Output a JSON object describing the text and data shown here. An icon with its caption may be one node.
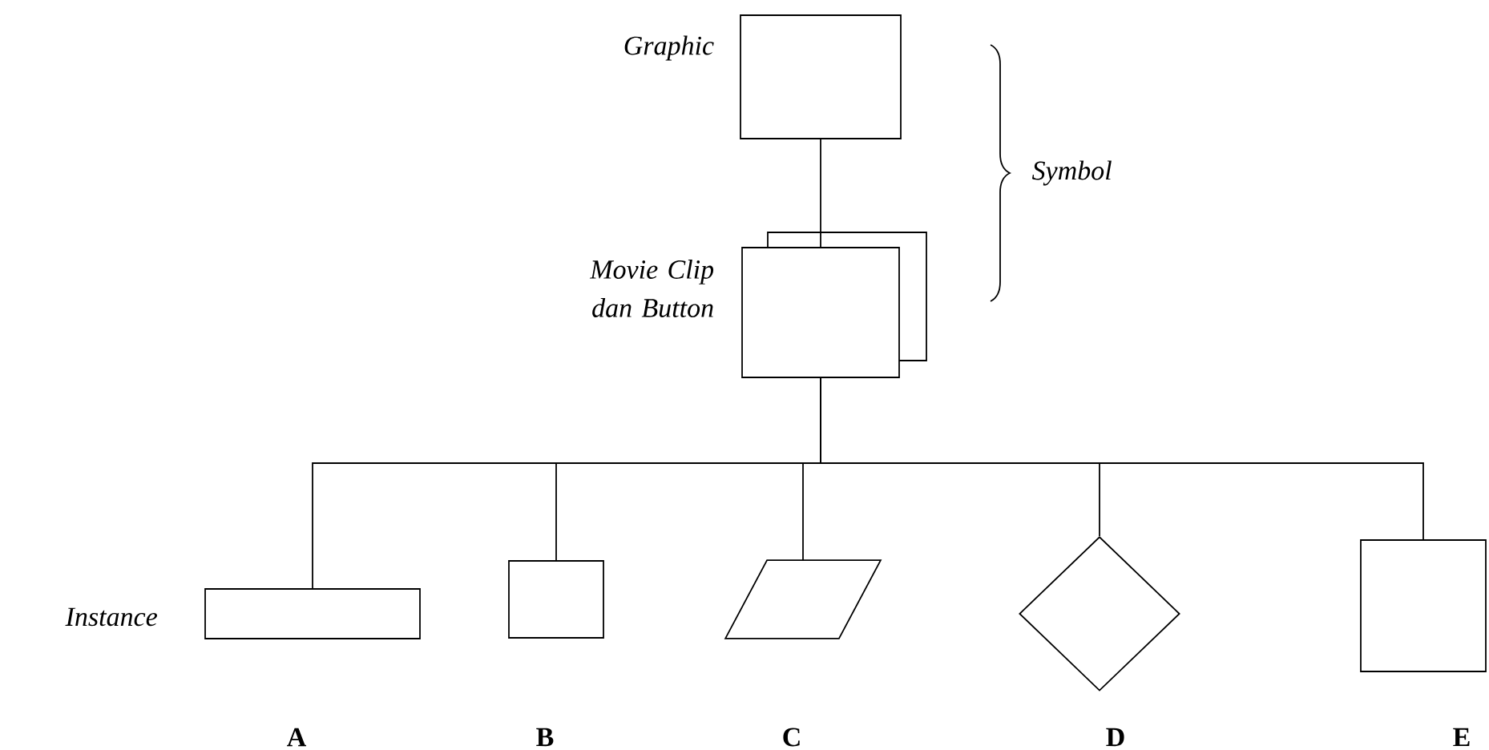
{
  "diagram": {
    "nodes": [
      {
        "text": [],
        "shape": "box",
        "beside": [
          "Graphic"
        ]
      },
      {
        "text": [],
        "shape": "stack",
        "beside": [
          "Movie Clip dan Button"
        ]
      },
      {
        "text": [],
        "shape": "box",
        "beside": [
          "A"
        ]
      },
      {
        "text": [],
        "shape": "box",
        "beside": [
          "B"
        ]
      },
      {
        "text": [],
        "shape": "parallelogram",
        "beside": [
          "C"
        ]
      },
      {
        "text": [],
        "shape": "diamond",
        "beside": [
          "D"
        ]
      },
      {
        "text": [],
        "shape": "box",
        "beside": [
          "E"
        ]
      }
    ],
    "edges": [
      {
        "from": 0,
        "to": 1,
        "arrow": "none"
      },
      {
        "from": 1,
        "to": 2,
        "arrow": "none"
      },
      {
        "from": 1,
        "to": 3,
        "arrow": "none"
      },
      {
        "from": 1,
        "to": 4,
        "arrow": "none"
      },
      {
        "from": 1,
        "to": 5,
        "arrow": "none"
      },
      {
        "from": 1,
        "to": 6,
        "arrow": "none"
      }
    ],
    "labels": [
      "Symbol",
      "Instance"
    ]
  }
}
